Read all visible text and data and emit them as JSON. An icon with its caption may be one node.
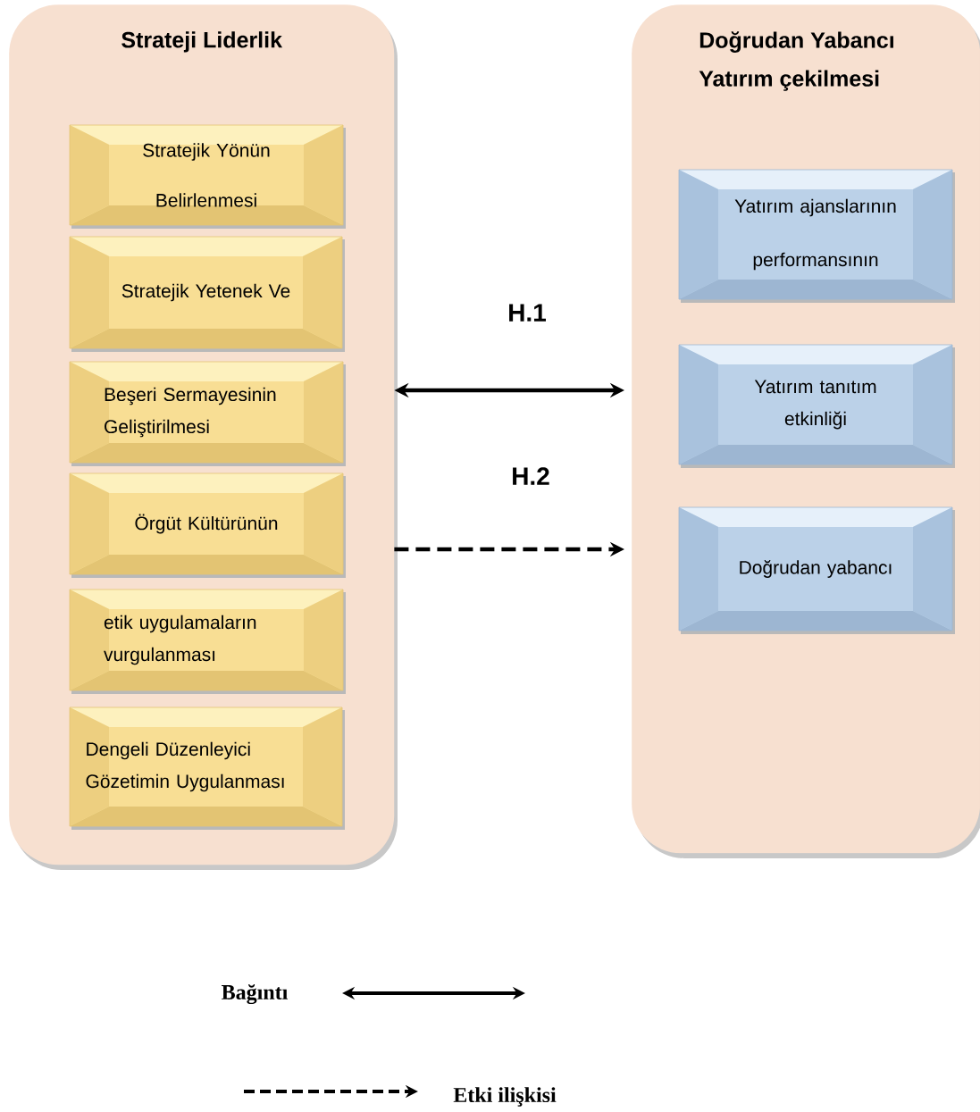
{
  "diagram": {
    "nodes": [
      {
        "text": [
          "Strateji Liderlik"
        ]
      },
      {
        "text": [
          "Stratejik Yönün Belirlenmesi"
        ],
        "in": 0
      },
      {
        "text": [
          "Stratejik Yetenek Ve"
        ],
        "in": 0
      },
      {
        "text": [
          "Beşeri Sermayesinin Geliştirilmesi"
        ],
        "in": 0
      },
      {
        "text": [
          "Örgüt Kültürünün"
        ],
        "in": 0
      },
      {
        "text": [
          "etik uygulamaların vurgulanması"
        ],
        "in": 0
      },
      {
        "text": [
          "Dengeli Düzenleyici Gözetimin Uygulanması"
        ],
        "in": 0
      },
      {
        "text": [
          "Doğrudan Yabancı Yatırım çekilmesi"
        ]
      },
      {
        "text": [
          "Yatırım ajanslarının performansının"
        ],
        "in": 7
      },
      {
        "text": [
          "Yatırım tanıtım etkinliği"
        ],
        "in": 7
      },
      {
        "text": [
          "Doğrudan yabancı"
        ],
        "in": 7
      }
    ],
    "edges": [
      {
        "from": 0,
        "to": 7,
        "arrow": "both",
        "label": "H.1"
      },
      {
        "from": 0,
        "to": 7,
        "arrow": "to",
        "label": "H.2",
        "style": "dashed"
      }
    ],
    "legend": [
      {
        "text": "Bağıntı"
      },
      {
        "text": "Etki ilişkisi"
      }
    ]
  }
}
